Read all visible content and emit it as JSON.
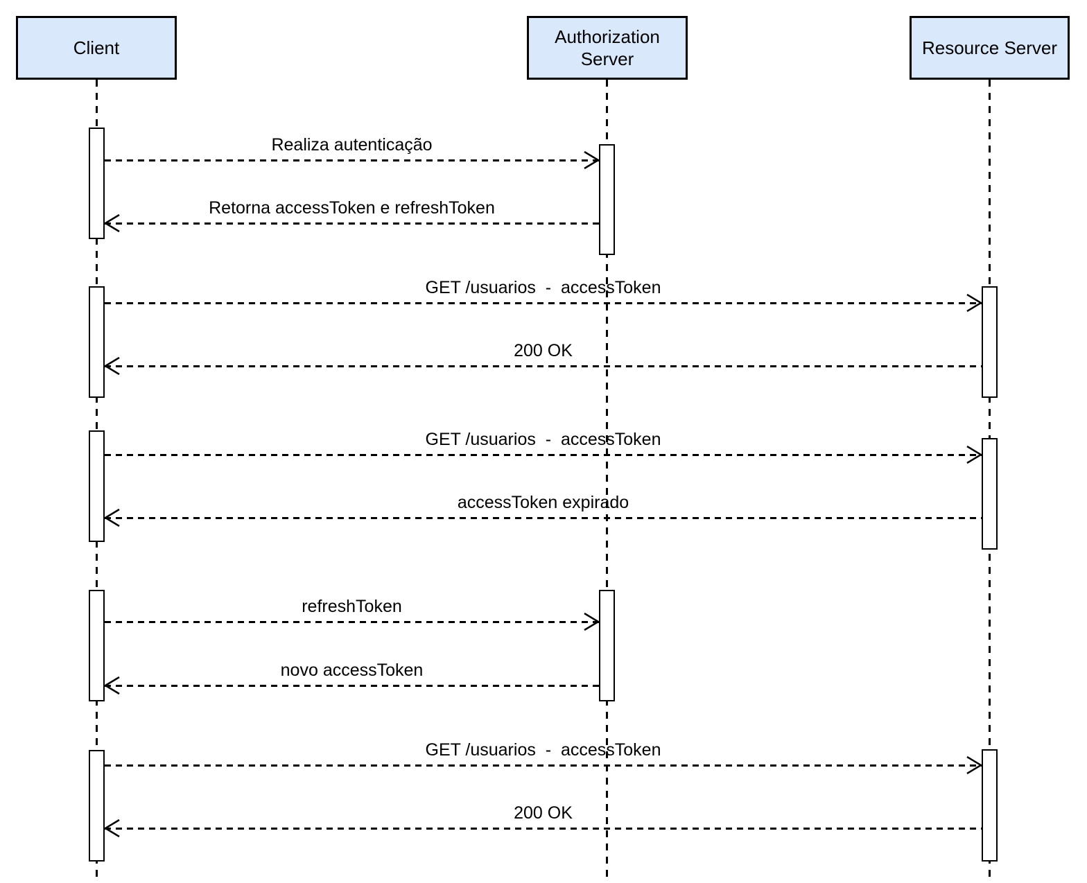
{
  "diagram": {
    "type": "uml-sequence",
    "background_color": "#ffffff",
    "participant_fill_color": "#dae8fc",
    "participant_border_color": "#000000",
    "line_color": "#000000",
    "participants": [
      {
        "id": "client",
        "label": "Client"
      },
      {
        "id": "authorization-server",
        "label": "Authorization Server"
      },
      {
        "id": "resource-server",
        "label": "Resource Server"
      }
    ],
    "messages": [
      {
        "from": "Client",
        "to": "Authorization Server",
        "label": "Realiza autenticação",
        "line_style": "dashed",
        "arrowhead": "open"
      },
      {
        "from": "Authorization Server",
        "to": "Client",
        "label": "Retorna accessToken e refreshToken",
        "line_style": "dashed",
        "arrowhead": "open"
      },
      {
        "from": "Client",
        "to": "Resource Server",
        "label": "GET /usuarios  -  accessToken",
        "line_style": "dashed",
        "arrowhead": "open"
      },
      {
        "from": "Resource Server",
        "to": "Client",
        "label": "200 OK",
        "line_style": "dashed",
        "arrowhead": "open"
      },
      {
        "from": "Client",
        "to": "Resource Server",
        "label": "GET /usuarios  -  accessToken",
        "line_style": "dashed",
        "arrowhead": "open"
      },
      {
        "from": "Resource Server",
        "to": "Client",
        "label": "accessToken expirado",
        "line_style": "dashed",
        "arrowhead": "open"
      },
      {
        "from": "Client",
        "to": "Authorization Server",
        "label": "refreshToken",
        "line_style": "dashed",
        "arrowhead": "open"
      },
      {
        "from": "Authorization Server",
        "to": "Client",
        "label": "novo accessToken",
        "line_style": "dashed",
        "arrowhead": "open"
      },
      {
        "from": "Client",
        "to": "Resource Server",
        "label": "GET /usuarios  -  accessToken",
        "line_style": "dashed",
        "arrowhead": "open"
      },
      {
        "from": "Resource Server",
        "to": "Client",
        "label": "200 OK",
        "line_style": "dashed",
        "arrowhead": "open"
      }
    ]
  }
}
